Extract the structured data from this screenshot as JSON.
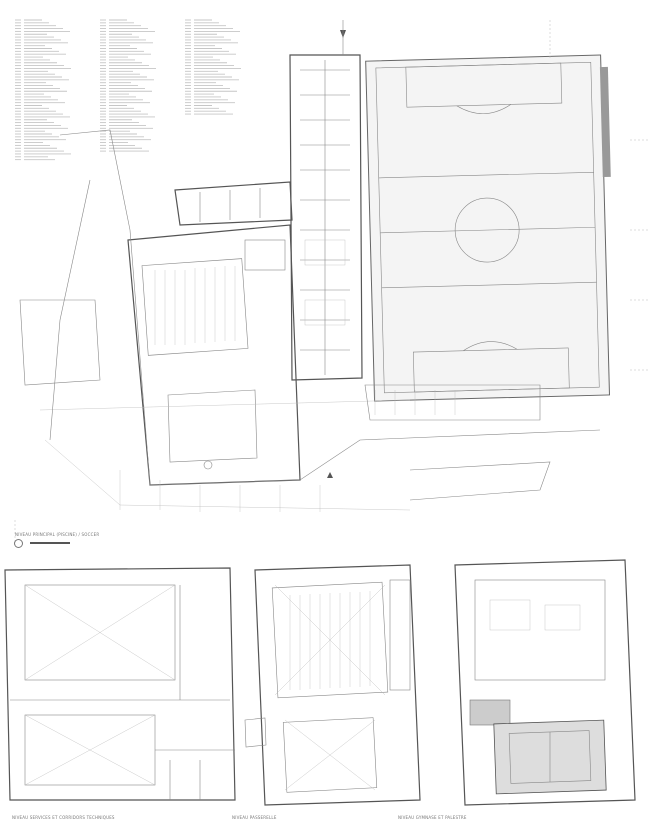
{
  "drawing": {
    "plans": [
      {
        "caption": "NIVEAU PRINCIPAL (PISCINE) / SOCCER"
      },
      {
        "caption": "NIVEAU SERVICES ET CORRIDORS TECHNIQUES"
      },
      {
        "caption": "NIVEAU PASSERELLE"
      },
      {
        "caption": "NIVEAU GYMNASE ET PALESTRE"
      }
    ],
    "icons": [
      "north-arrow-icon",
      "scale-bar"
    ],
    "colors": {
      "line": "#888888",
      "wall": "#555555",
      "field": "#f4f4f4"
    }
  }
}
